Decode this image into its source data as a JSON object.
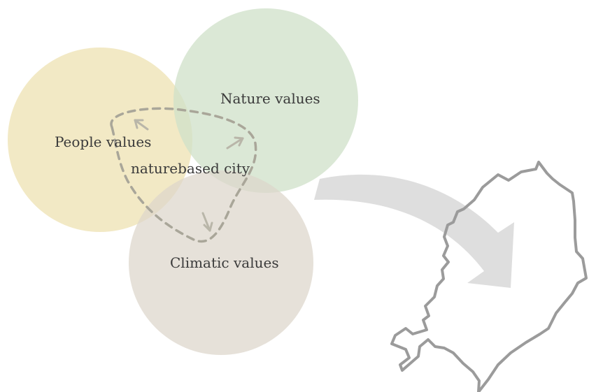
{
  "labels": {
    "people": "People values",
    "nature": "Nature values",
    "climatic": "Climatic values",
    "center": "naturebased city"
  },
  "colors": {
    "people_circle": "#efe3b6",
    "nature_circle": "#cfe0c8",
    "climatic_circle": "#ddd5ca",
    "dashed_loop": "#a9a699",
    "big_arrow": "#dedede",
    "map_outline": "#9b9b9b"
  }
}
